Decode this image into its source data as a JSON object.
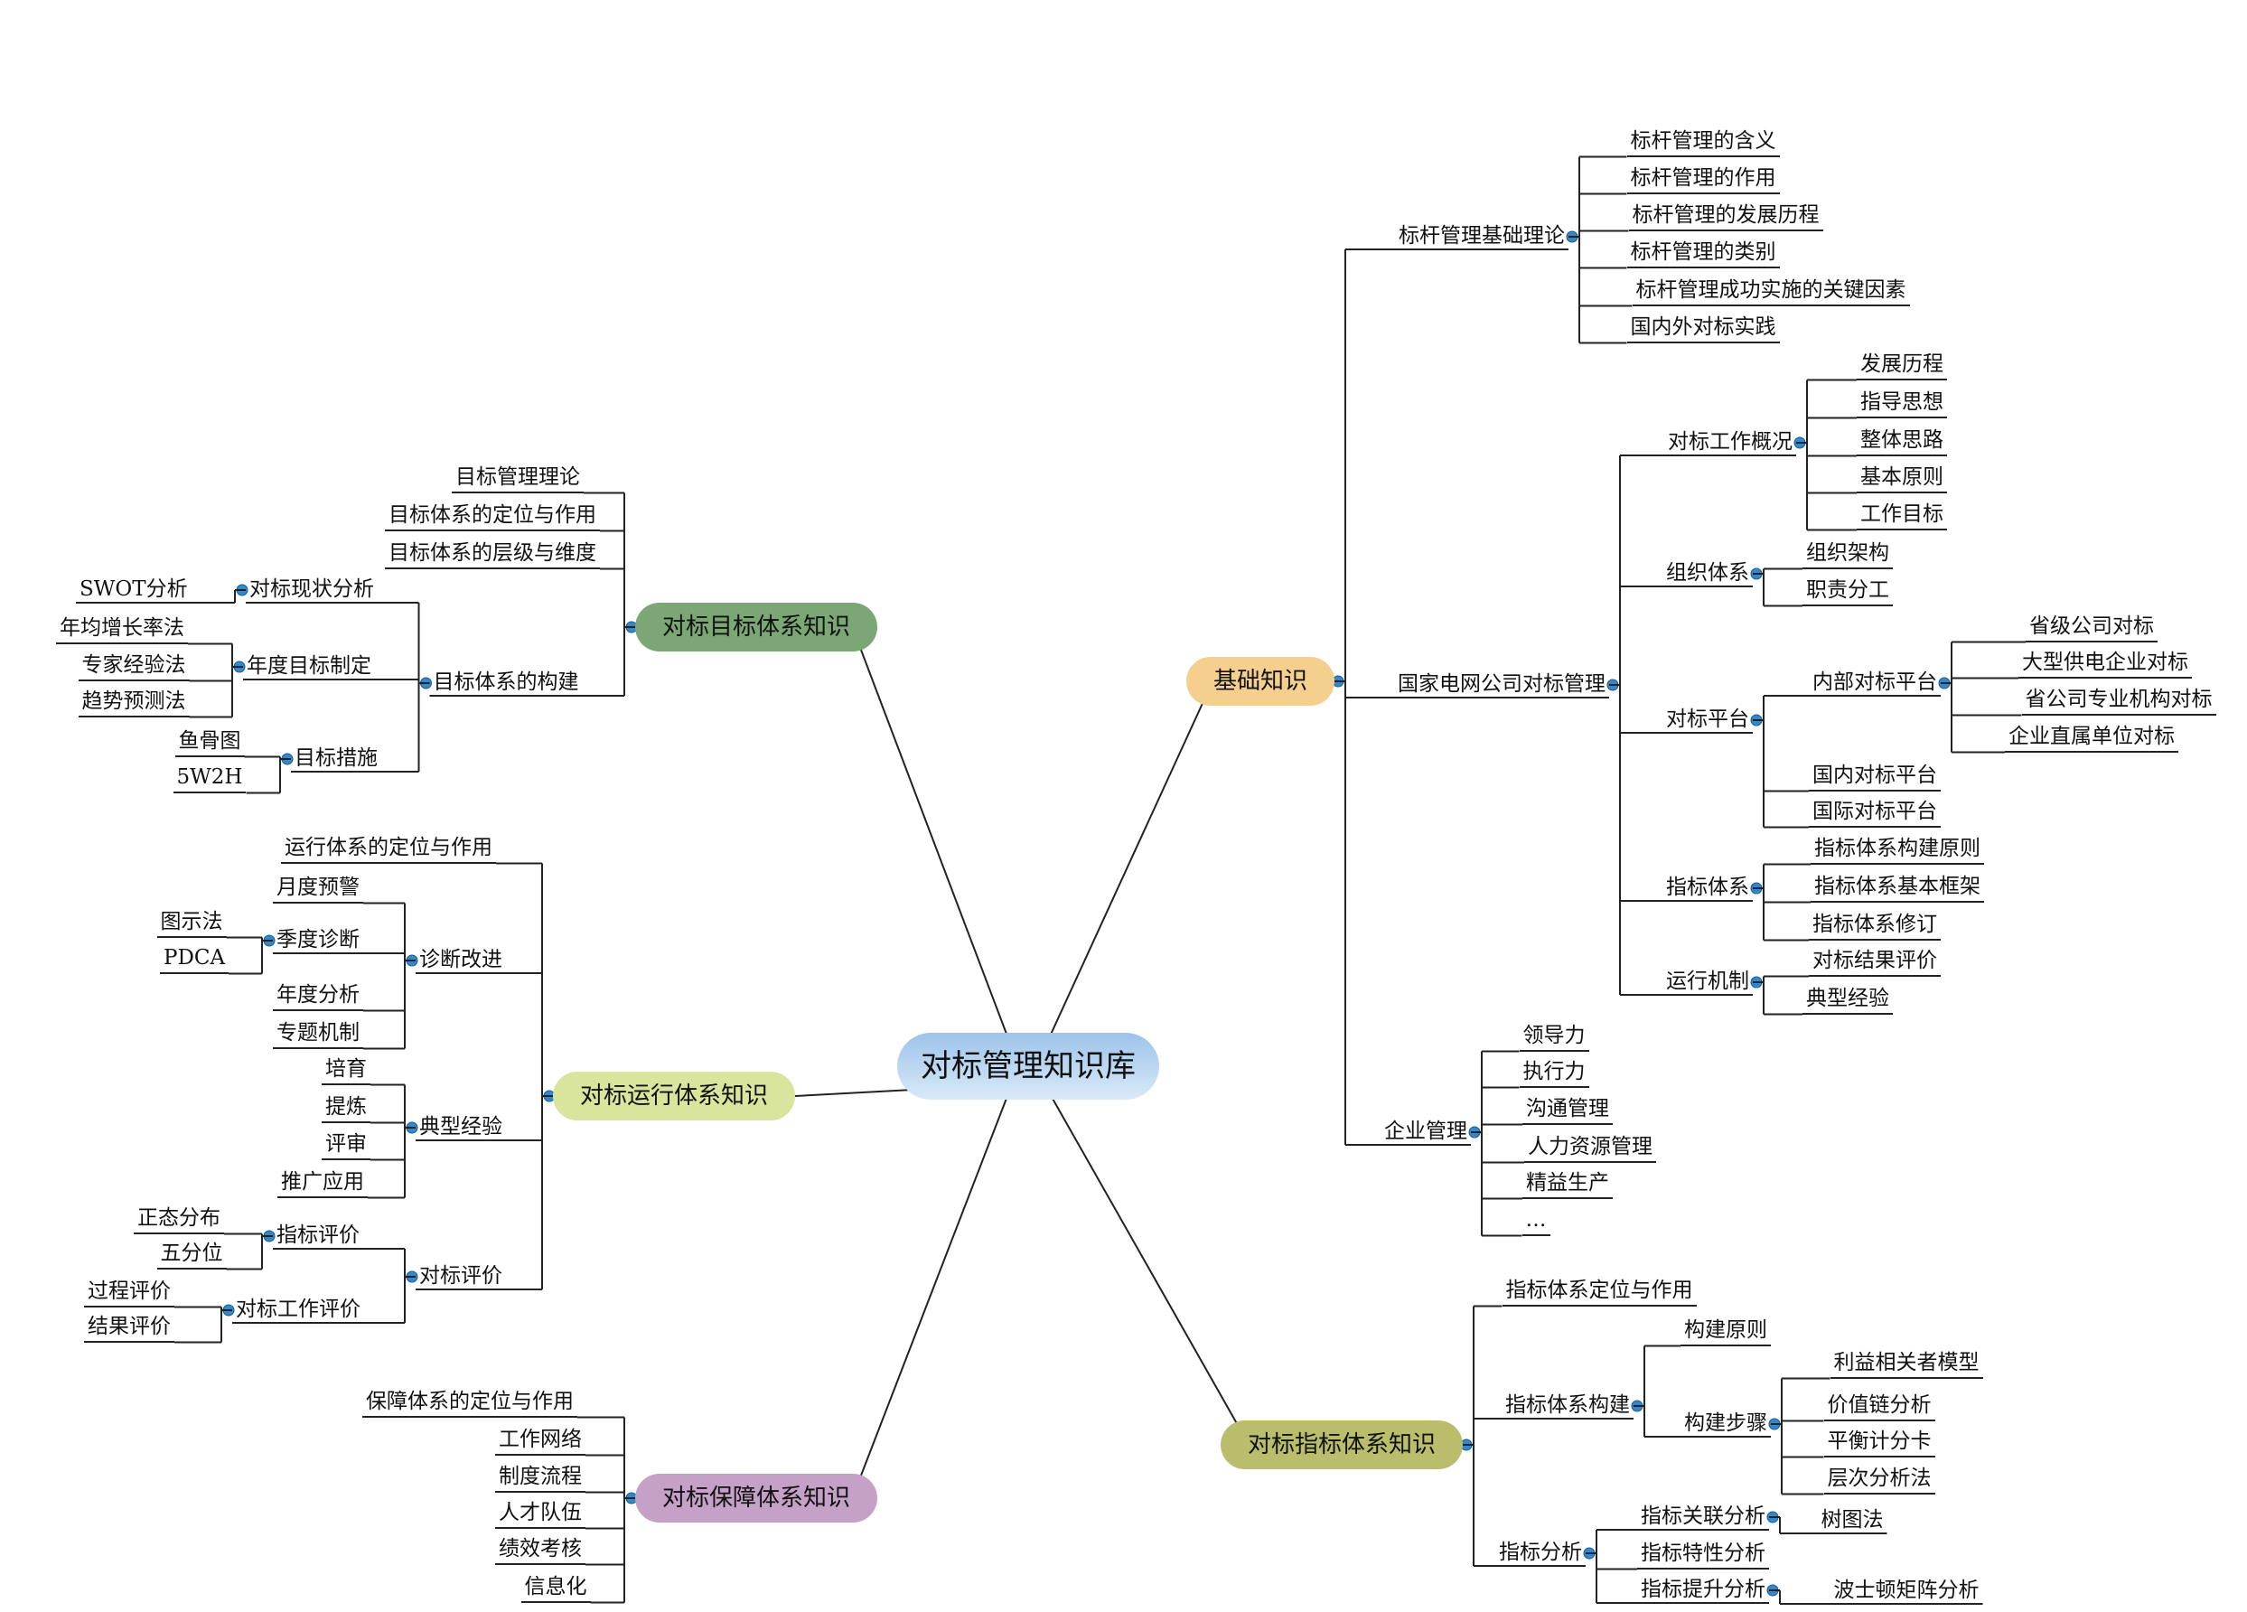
{
  "colors": {
    "center_fill_top": "#9dc3ea",
    "center_fill_bottom": "#d9eaf8",
    "basic_fill": "#f5cf8e",
    "target_fill": "#7aa774",
    "run_fill": "#d9e59c",
    "guarantee_fill": "#c6a1c7",
    "indicator_fill": "#b9bd6c",
    "connector_dot": "#3388cc",
    "line": "#222222"
  },
  "nodes": {
    "center": "对标管理知识库",
    "basic": "基础知识",
    "target": "对标目标体系知识",
    "run": "对标运行体系知识",
    "guarantee": "对标保障体系知识",
    "indicator": "对标指标体系知识",
    "b1": "标杆管理基础理论",
    "b1_1": "标杆管理的含义",
    "b1_2": "标杆管理的作用",
    "b1_3": "标杆管理的发展历程",
    "b1_4": "标杆管理的类别",
    "b1_5": "标杆管理成功实施的关键因素",
    "b1_6": "国内外对标实践",
    "b2": "国家电网公司对标管理",
    "b2_1": "对标工作概况",
    "b2_1_1": "发展历程",
    "b2_1_2": "指导思想",
    "b2_1_3": "整体思路",
    "b2_1_4": "基本原则",
    "b2_1_5": "工作目标",
    "b2_2": "组织体系",
    "b2_2_1": "组织架构",
    "b2_2_2": "职责分工",
    "b2_3": "对标平台",
    "b2_3_1": "内部对标平台",
    "b2_3_1_1": "省级公司对标",
    "b2_3_1_2": "大型供电企业对标",
    "b2_3_1_3": "省公司专业机构对标",
    "b2_3_1_4": "企业直属单位对标",
    "b2_3_2": "国内对标平台",
    "b2_3_3": "国际对标平台",
    "b2_4": "指标体系",
    "b2_4_1": "指标体系构建原则",
    "b2_4_2": "指标体系基本框架",
    "b2_4_3": "指标体系修订",
    "b2_5": "运行机制",
    "b2_5_1": "对标结果评价",
    "b2_5_2": "典型经验",
    "b3": "企业管理",
    "b3_1": "领导力",
    "b3_2": "执行力",
    "b3_3": "沟通管理",
    "b3_4": "人力资源管理",
    "b3_5": "精益生产",
    "b3_6": "…",
    "t1": "目标管理理论",
    "t2": "目标体系的定位与作用",
    "t3": "目标体系的层级与维度",
    "t4": "目标体系的构建",
    "t4_1": "对标现状分析",
    "t4_1_1": "SWOT分析",
    "t4_2": "年度目标制定",
    "t4_2_1": "年均增长率法",
    "t4_2_2": "专家经验法",
    "t4_2_3": "趋势预测法",
    "t4_3": "目标措施",
    "t4_3_1": "鱼骨图",
    "t4_3_2": "5W2H",
    "r1": "运行体系的定位与作用",
    "r2": "诊断改进",
    "r2_1": "月度预警",
    "r2_2": "季度诊断",
    "r2_2_1": "图示法",
    "r2_2_2": "PDCA",
    "r2_3": "年度分析",
    "r2_4": "专题机制",
    "r3": "典型经验",
    "r3_1": "培育",
    "r3_2": "提炼",
    "r3_3": "评审",
    "r3_4": "推广应用",
    "r4": "对标评价",
    "r4_1": "指标评价",
    "r4_1_1": "正态分布",
    "r4_1_2": "五分位",
    "r4_2": "对标工作评价",
    "r4_2_1": "过程评价",
    "r4_2_2": "结果评价",
    "g1": "保障体系的定位与作用",
    "g2": "工作网络",
    "g3": "制度流程",
    "g4": "人才队伍",
    "g5": "绩效考核",
    "g6": "信息化",
    "i1": "指标体系定位与作用",
    "i2": "指标体系构建",
    "i2_1": "构建原则",
    "i2_2": "构建步骤",
    "i2_2_1": "利益相关者模型",
    "i2_2_2": "价值链分析",
    "i2_2_3": "平衡计分卡",
    "i2_2_4": "层次分析法",
    "i3": "指标分析",
    "i3_1": "指标关联分析",
    "i3_1_1": "树图法",
    "i3_2": "指标特性分析",
    "i3_3": "指标提升分析",
    "i3_3_1": "波士顿矩阵分析"
  }
}
